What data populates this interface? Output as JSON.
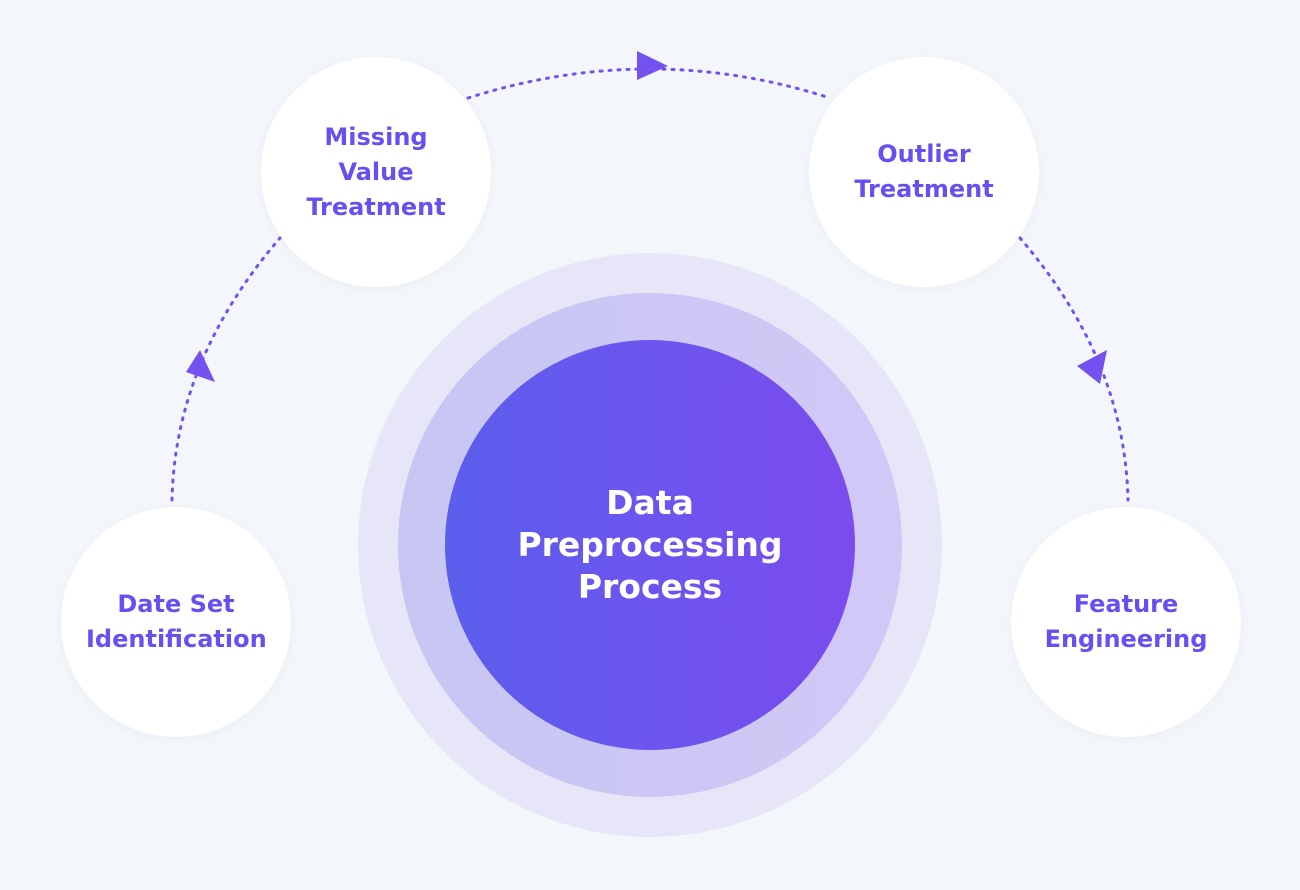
{
  "diagram": {
    "center": {
      "title": "Data Preprocessing Process"
    },
    "steps": [
      {
        "label": "Date Set Identification"
      },
      {
        "label": "Missing Value Treatment"
      },
      {
        "label": "Outlier Treatment"
      },
      {
        "label": "Feature Engineering"
      }
    ],
    "colors": {
      "background": "#f3f6fa",
      "accent": "#6a4ff0",
      "arrow": "#7352f0",
      "core_start": "#5b5eec",
      "core_end": "#7b4bee",
      "halo_outer": "#e7e6f8",
      "halo_inner": "#cbc7f4",
      "node_fill": "#ffffff"
    }
  }
}
